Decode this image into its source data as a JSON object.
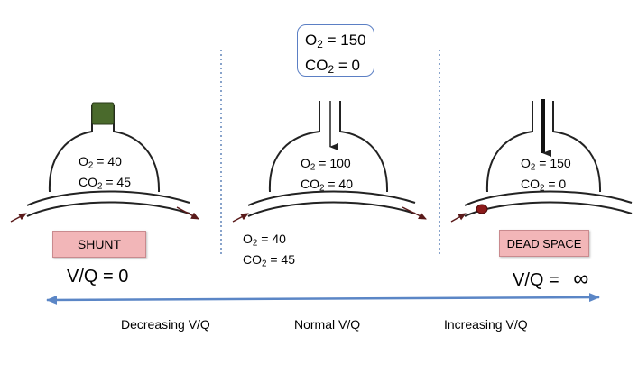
{
  "inspired_air": {
    "o2": "150",
    "co2": "0"
  },
  "units": {
    "shunt": {
      "alveolus": {
        "o2": "40",
        "co2": "45"
      },
      "tag": "SHUNT",
      "vq": "V/Q = 0"
    },
    "normal": {
      "alveolus": {
        "o2": "100",
        "co2": "40"
      },
      "venous": {
        "o2": "40",
        "co2": "45"
      }
    },
    "dead_space": {
      "alveolus": {
        "o2": "150",
        "co2": "0"
      },
      "tag": "DEAD SPACE",
      "vq": "V/Q = ",
      "vq_symbol": "∞"
    }
  },
  "axis": {
    "left": "Decreasing V/Q",
    "center": "Normal V/Q",
    "right": "Increasing V/Q"
  },
  "colors": {
    "plug": "#4a6a2c",
    "clot": "#8b1a1a",
    "axis": "#5b86c6",
    "tag_fill": "#f2b6b8",
    "divider": "#3a66a8"
  }
}
